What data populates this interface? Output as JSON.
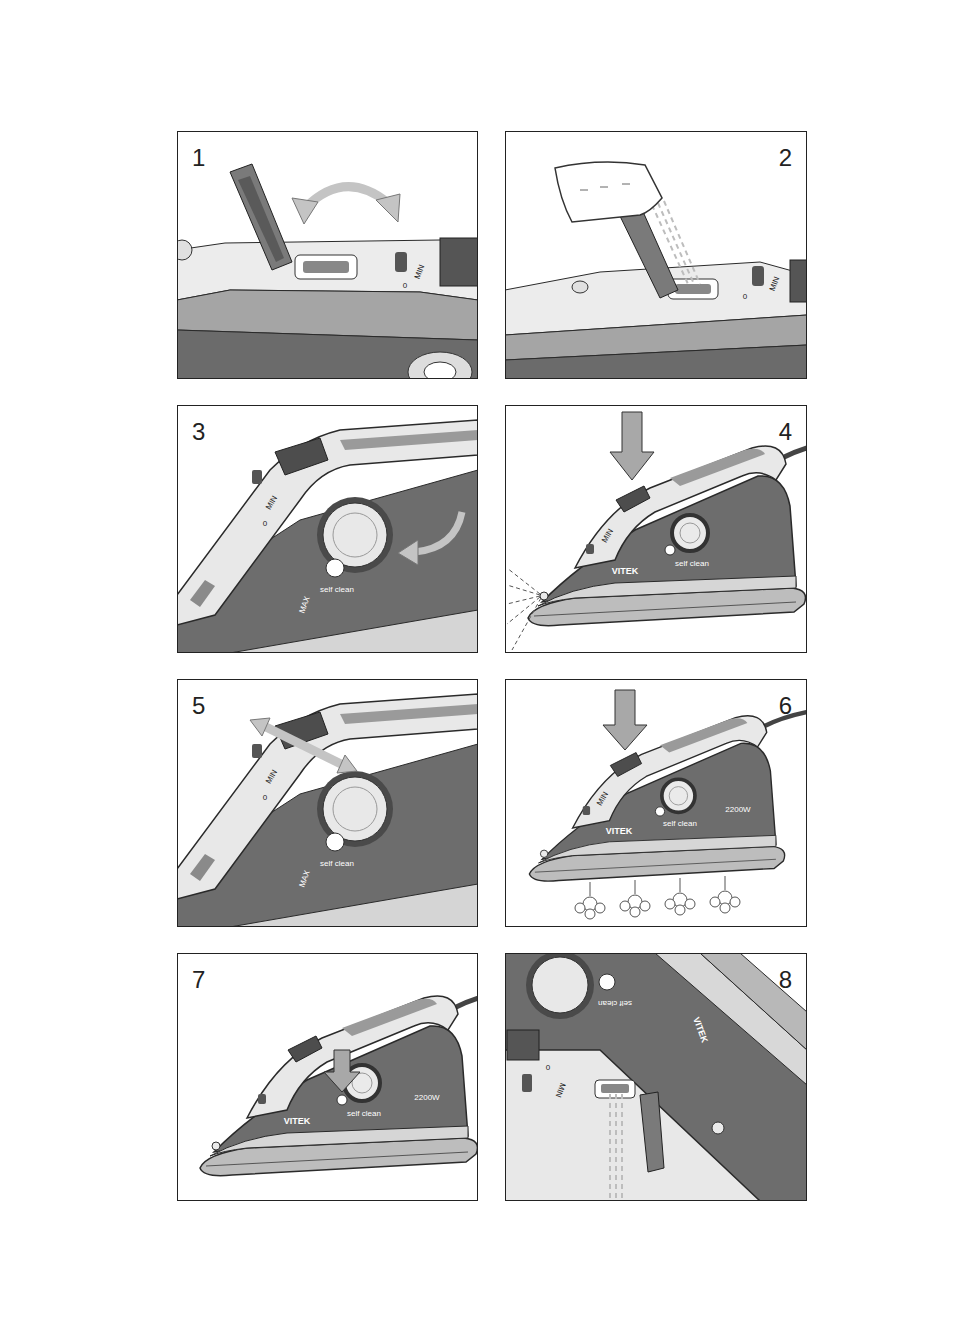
{
  "diagram": {
    "nodes": [
      {
        "text": [
          "1"
        ]
      },
      {
        "text": [
          "2"
        ]
      },
      {
        "text": [
          "3"
        ]
      },
      {
        "text": [
          "4"
        ]
      },
      {
        "text": [
          "5"
        ]
      },
      {
        "text": [
          "6"
        ]
      },
      {
        "text": [
          "7"
        ]
      },
      {
        "text": [
          "8"
        ]
      }
    ],
    "labels": [
      "MIN",
      "0",
      "MIN",
      "0",
      "MIN",
      "0",
      "self clean",
      "MAX",
      "MIN",
      "self clean",
      "VITEK",
      "MIN",
      "0",
      "self clean",
      "MAX",
      "MIN",
      "self clean",
      "VITEK",
      "2200W",
      "self clean",
      "VITEK",
      "2200W",
      "MIN",
      "0",
      "self clean",
      "VITEK"
    ]
  }
}
